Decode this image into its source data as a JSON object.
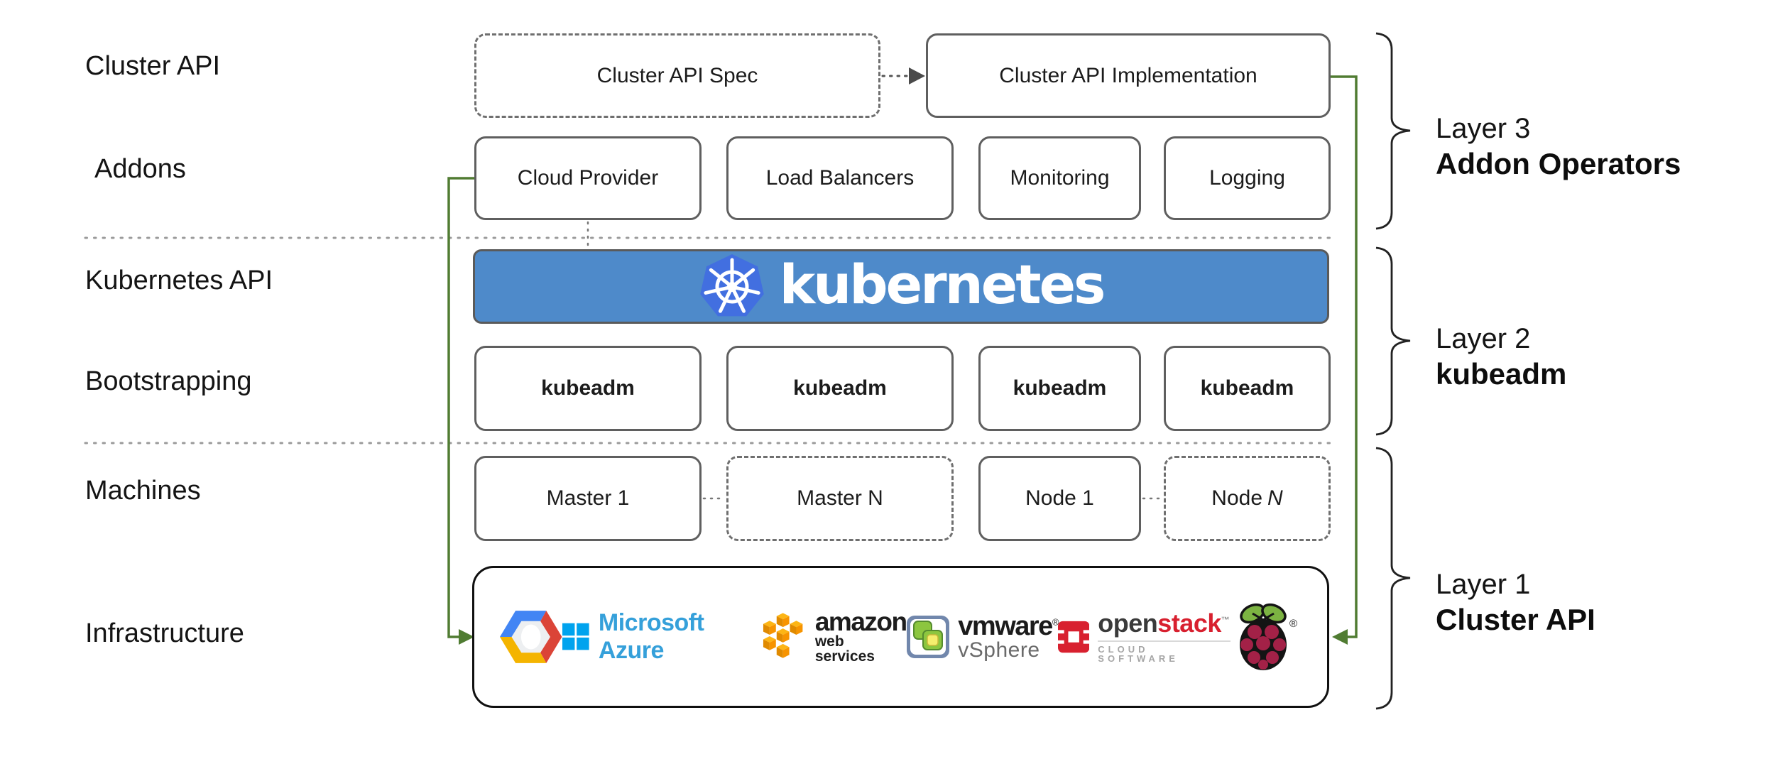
{
  "colors": {
    "banner-blue": "#4E8ACA",
    "k8s-logo-blue": "#426FE0",
    "accent-green": "#507C32",
    "box-border": "#5f5f5f",
    "divider-gray": "#9a9a9a",
    "brace-color": "#222222",
    "gcp-blue": "#4285F4",
    "gcp-red": "#DB4437",
    "gcp-yellow": "#F4B400",
    "azure-blue": "#00A3EE",
    "azure-text": "#35A0DA",
    "aws-orange": "#F79400",
    "aws-orange-dark": "#E08A00",
    "aws-orange-light": "#FDB515",
    "vmware-frame": "#7187AC",
    "vmware-green": "#8CC63F",
    "vmware-yellow": "#F5EE6E",
    "openstack-red": "#D8202F",
    "rpi-green": "#7CB342",
    "rpi-crimson": "#A32147"
  },
  "row_labels": {
    "cluster_api": "Cluster API",
    "addons": "Addons",
    "kubernetes_api": "Kubernetes API",
    "bootstrapping": "Bootstrapping",
    "machines": "Machines",
    "infrastructure": "Infrastructure"
  },
  "cluster_api_row": {
    "spec": "Cluster API Spec",
    "implementation": "Cluster API Implementation"
  },
  "addons_row": {
    "items": [
      {
        "label": "Cloud Provider"
      },
      {
        "label": "Load Balancers"
      },
      {
        "label": "Monitoring"
      },
      {
        "label": "Logging"
      }
    ]
  },
  "kubernetes_banner": {
    "wordmark": "kubernetes"
  },
  "bootstrapping_row": {
    "items": [
      {
        "label": "kubeadm"
      },
      {
        "label": "kubeadm"
      },
      {
        "label": "kubeadm"
      },
      {
        "label": "kubeadm"
      }
    ]
  },
  "machines_row": {
    "items": [
      {
        "label": "Master 1"
      },
      {
        "label": "Master N"
      },
      {
        "label": "Node 1"
      },
      {
        "label_prefix": "Node",
        "label_suffix": "N"
      }
    ]
  },
  "infrastructure_row": {
    "azure_text": "Microsoft Azure",
    "aws_text_top": "amazon",
    "aws_text_bottom": "web services",
    "vmware_text": "vmware",
    "vmware_reg": "®",
    "vmware_sub": "vSphere",
    "openstack_open": "open",
    "openstack_stack": "stack",
    "openstack_tm": "™",
    "openstack_sub": "CLOUD SOFTWARE",
    "rpi_reg": "®"
  },
  "layer_labels": {
    "layer3": {
      "line1": "Layer 3",
      "line2": "Addon Operators"
    },
    "layer2": {
      "line1": "Layer 2",
      "line2": "kubeadm"
    },
    "layer1": {
      "line1": "Layer 1",
      "line2": "Cluster API"
    }
  }
}
